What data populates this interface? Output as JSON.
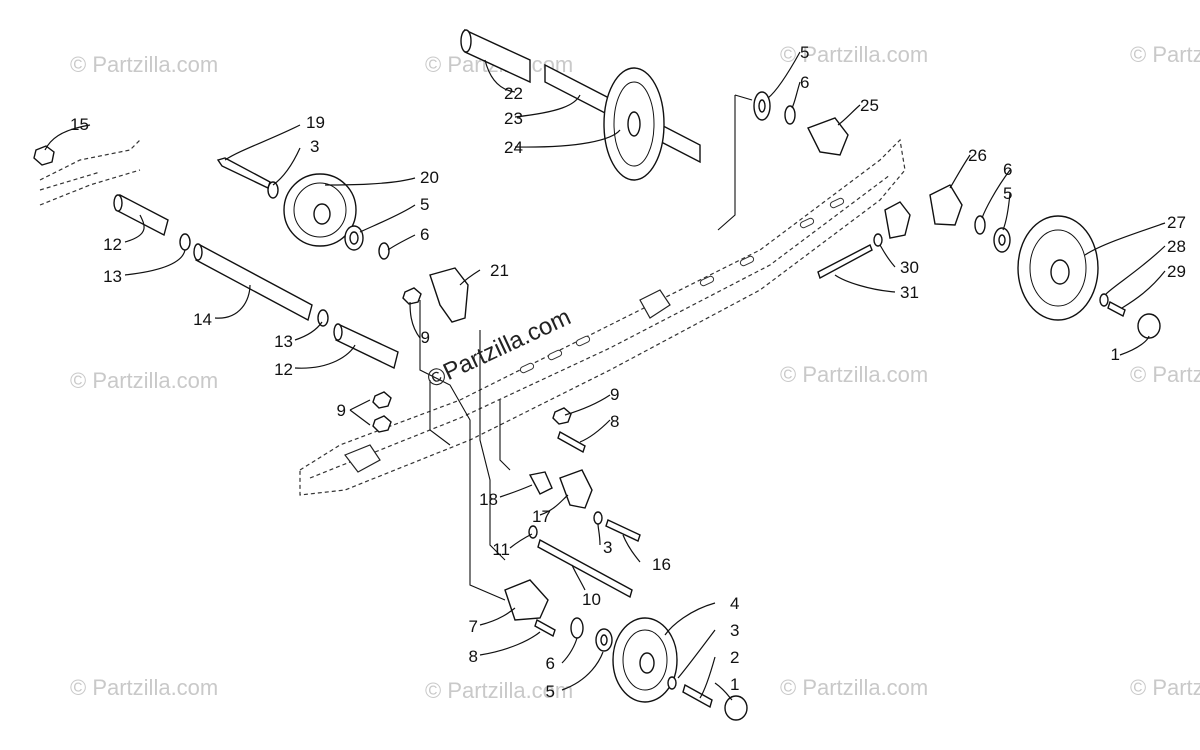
{
  "watermark": {
    "text": "© Partzilla.com",
    "center_text": "©Partzilla.com"
  },
  "callouts": {
    "p1a": "1",
    "p1b": "1",
    "p2": "2",
    "p3a": "3",
    "p3b": "3",
    "p3c": "3",
    "p4": "4",
    "p5a": "5",
    "p5b": "5",
    "p5c": "5",
    "p5d": "5",
    "p6a": "6",
    "p6b": "6",
    "p6c": "6",
    "p6d": "6",
    "p7": "7",
    "p8a": "8",
    "p8b": "8",
    "p9a": "9",
    "p9b": "9",
    "p9c": "9",
    "p10": "10",
    "p11": "11",
    "p12a": "12",
    "p12b": "12",
    "p13a": "13",
    "p13b": "13",
    "p14": "14",
    "p15": "15",
    "p16": "16",
    "p17": "17",
    "p18": "18",
    "p19": "19",
    "p20": "20",
    "p21": "21",
    "p22": "22",
    "p23": "23",
    "p24": "24",
    "p25": "25",
    "p26": "26",
    "p27": "27",
    "p28": "28",
    "p29": "29",
    "p30": "30",
    "p31": "31"
  }
}
